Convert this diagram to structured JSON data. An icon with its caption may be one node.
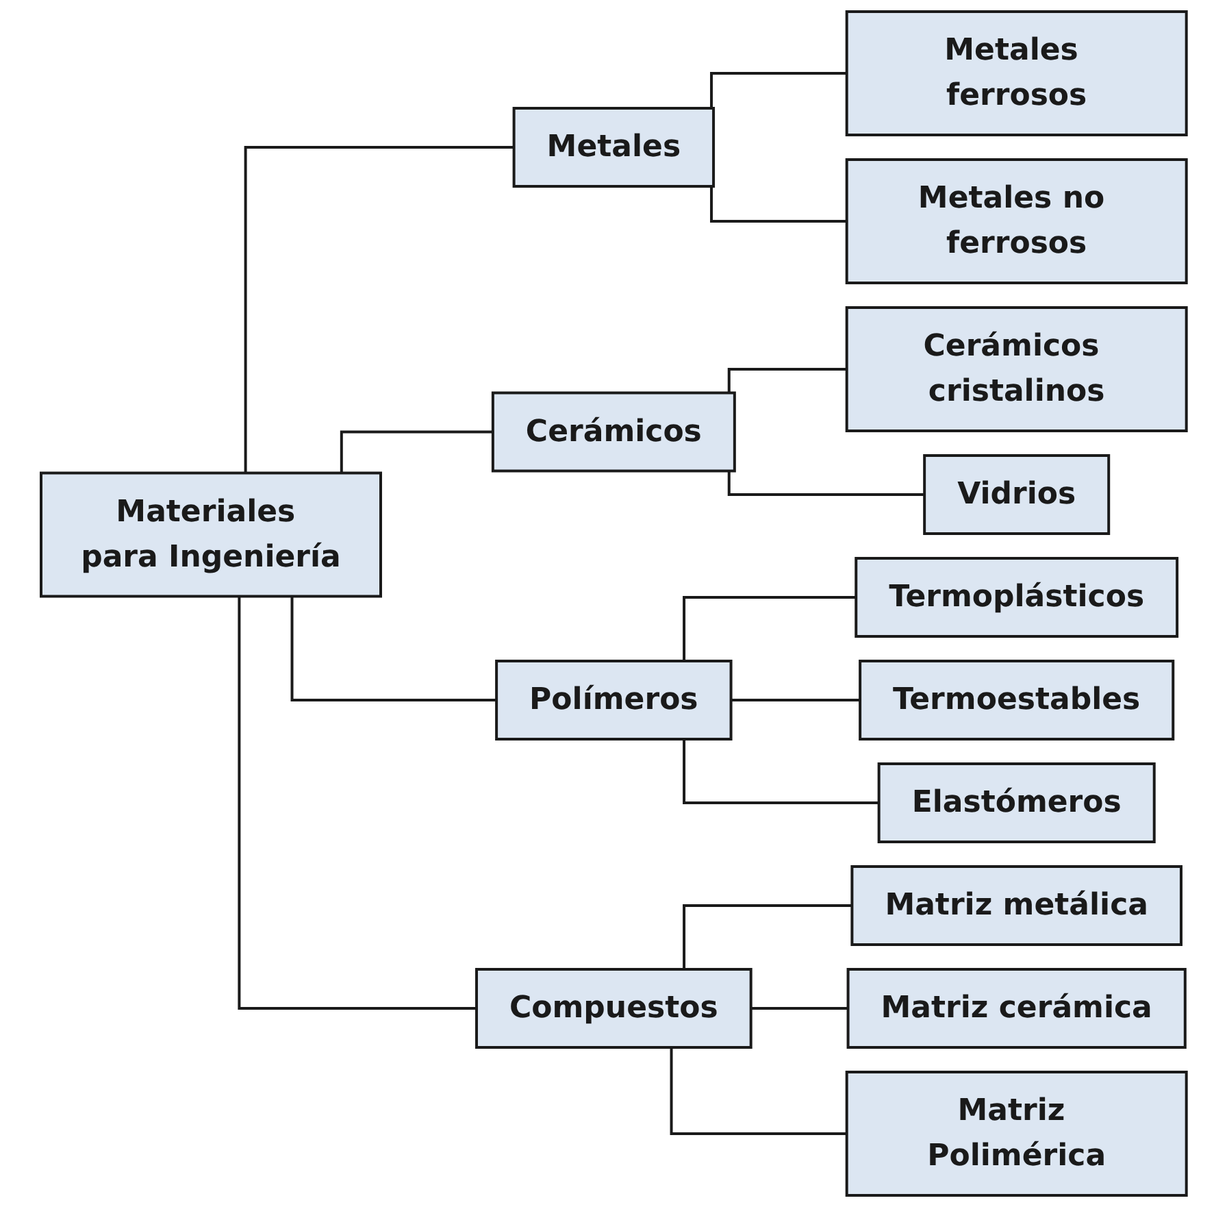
{
  "diagram": {
    "nodes": [
      {
        "text": [
          "Materiales para Ingeniería"
        ]
      },
      {
        "text": [
          "Metales"
        ]
      },
      {
        "text": [
          "Cerámicos"
        ]
      },
      {
        "text": [
          "Polímeros"
        ]
      },
      {
        "text": [
          "Compuestos"
        ]
      },
      {
        "text": [
          "Metales ferrosos"
        ]
      },
      {
        "text": [
          "Metales no ferrosos"
        ]
      },
      {
        "text": [
          "Cerámicos cristalinos"
        ]
      },
      {
        "text": [
          "Vidrios"
        ]
      },
      {
        "text": [
          "Termoplásticos"
        ]
      },
      {
        "text": [
          "Termoestables"
        ]
      },
      {
        "text": [
          "Elastómeros"
        ]
      },
      {
        "text": [
          "Matriz metálica"
        ]
      },
      {
        "text": [
          "Matriz cerámica"
        ]
      },
      {
        "text": [
          "Matriz Polimérica"
        ]
      }
    ],
    "edges": [
      {
        "from": 0,
        "to": 1,
        "arrow": "none"
      },
      {
        "from": 0,
        "to": 2,
        "arrow": "none"
      },
      {
        "from": 0,
        "to": 3,
        "arrow": "none"
      },
      {
        "from": 0,
        "to": 4,
        "arrow": "none"
      },
      {
        "from": 1,
        "to": 5,
        "arrow": "none"
      },
      {
        "from": 1,
        "to": 6,
        "arrow": "none"
      },
      {
        "from": 2,
        "to": 7,
        "arrow": "none"
      },
      {
        "from": 2,
        "to": 8,
        "arrow": "none"
      },
      {
        "from": 3,
        "to": 9,
        "arrow": "none"
      },
      {
        "from": 3,
        "to": 10,
        "arrow": "none"
      },
      {
        "from": 3,
        "to": 11,
        "arrow": "none"
      },
      {
        "from": 4,
        "to": 12,
        "arrow": "none"
      },
      {
        "from": 4,
        "to": 13,
        "arrow": "none"
      },
      {
        "from": 4,
        "to": 14,
        "arrow": "none"
      }
    ]
  }
}
